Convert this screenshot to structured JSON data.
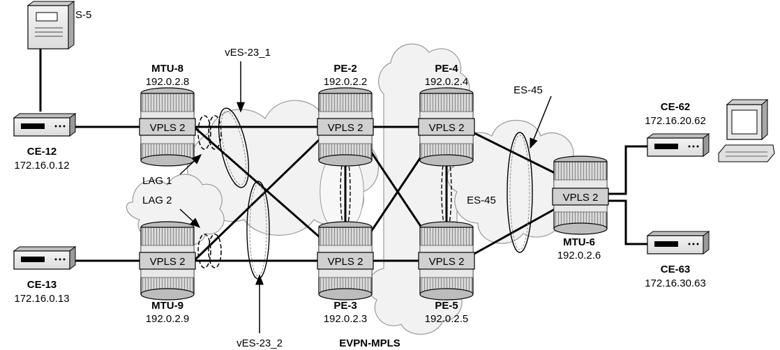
{
  "nodes": {
    "s5": {
      "label": "S-5"
    },
    "mtu8": {
      "name": "MTU-8",
      "ip": "192.0.2.8",
      "service": "VPLS 2"
    },
    "mtu9": {
      "name": "MTU-9",
      "ip": "192.0.2.9",
      "service": "VPLS 2"
    },
    "pe2": {
      "name": "PE-2",
      "ip": "192.0.2.2",
      "service": "VPLS 2"
    },
    "pe3": {
      "name": "PE-3",
      "ip": "192.0.2.3",
      "service": "VPLS 2"
    },
    "pe4": {
      "name": "PE-4",
      "ip": "192.0.2.4",
      "service": "VPLS 2"
    },
    "pe5": {
      "name": "PE-5",
      "ip": "192.0.2.5",
      "service": "VPLS 2"
    },
    "mtu6": {
      "name": "MTU-6",
      "ip": "192.0.2.6",
      "service": "VPLS 2"
    },
    "ce12": {
      "name": "CE-12",
      "ip": "172.16.0.12"
    },
    "ce13": {
      "name": "CE-13",
      "ip": "172.16.0.13"
    },
    "ce62": {
      "name": "CE-62",
      "ip": "172.16.20.62"
    },
    "ce63": {
      "name": "CE-63",
      "ip": "172.16.30.63"
    }
  },
  "annotations": {
    "ves23_1": "vES-23_1",
    "ves23_2": "vES-23_2",
    "lag1": "LAG 1",
    "lag2": "LAG 2",
    "es45_top": "ES-45",
    "es45_left": "ES-45",
    "evpn": "EVPN-MPLS"
  }
}
